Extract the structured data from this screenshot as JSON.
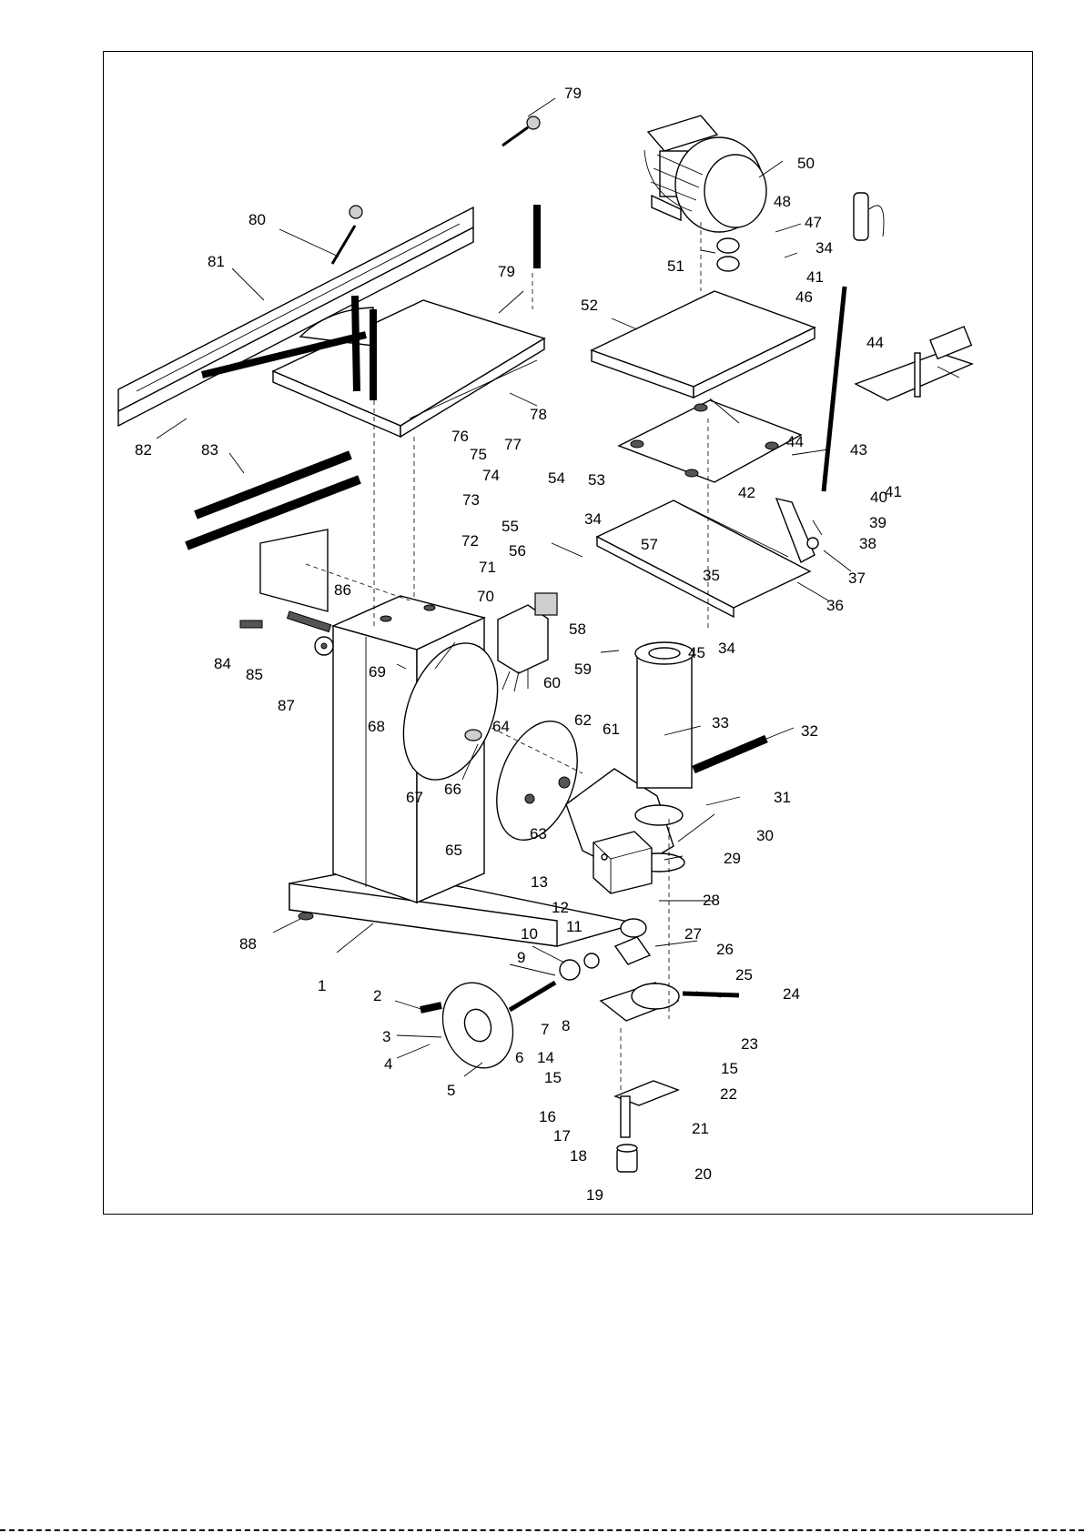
{
  "labels": [
    {
      "t": "1"
    },
    {
      "t": "2"
    },
    {
      "t": "3"
    },
    {
      "t": "4"
    },
    {
      "t": "5"
    },
    {
      "t": "6"
    },
    {
      "t": "7"
    },
    {
      "t": "8"
    },
    {
      "t": "9"
    },
    {
      "t": "10"
    },
    {
      "t": "11"
    },
    {
      "t": "12"
    },
    {
      "t": "13"
    },
    {
      "t": "14"
    },
    {
      "t": "15"
    },
    {
      "t": "15"
    },
    {
      "t": "16"
    },
    {
      "t": "17"
    },
    {
      "t": "18"
    },
    {
      "t": "19"
    },
    {
      "t": "20"
    },
    {
      "t": "21"
    },
    {
      "t": "22"
    },
    {
      "t": "23"
    },
    {
      "t": "24"
    },
    {
      "t": "25"
    },
    {
      "t": "26"
    },
    {
      "t": "27"
    },
    {
      "t": "28"
    },
    {
      "t": "29"
    },
    {
      "t": "30"
    },
    {
      "t": "31"
    },
    {
      "t": "32"
    },
    {
      "t": "33"
    },
    {
      "t": "34"
    },
    {
      "t": "34"
    },
    {
      "t": "34"
    },
    {
      "t": "35"
    },
    {
      "t": "36"
    },
    {
      "t": "37"
    },
    {
      "t": "38"
    },
    {
      "t": "39"
    },
    {
      "t": "40"
    },
    {
      "t": "41"
    },
    {
      "t": "41"
    },
    {
      "t": "42"
    },
    {
      "t": "43"
    },
    {
      "t": "44"
    },
    {
      "t": "44"
    },
    {
      "t": "45"
    },
    {
      "t": "46"
    },
    {
      "t": "47"
    },
    {
      "t": "48"
    },
    {
      "t": "50"
    },
    {
      "t": "51"
    },
    {
      "t": "52"
    },
    {
      "t": "53"
    },
    {
      "t": "54"
    },
    {
      "t": "55"
    },
    {
      "t": "56"
    },
    {
      "t": "57"
    },
    {
      "t": "58"
    },
    {
      "t": "59"
    },
    {
      "t": "60"
    },
    {
      "t": "61"
    },
    {
      "t": "62"
    },
    {
      "t": "63"
    },
    {
      "t": "64"
    },
    {
      "t": "65"
    },
    {
      "t": "66"
    },
    {
      "t": "67"
    },
    {
      "t": "68"
    },
    {
      "t": "69"
    },
    {
      "t": "70"
    },
    {
      "t": "71"
    },
    {
      "t": "72"
    },
    {
      "t": "73"
    },
    {
      "t": "74"
    },
    {
      "t": "75"
    },
    {
      "t": "76"
    },
    {
      "t": "77"
    },
    {
      "t": "78"
    },
    {
      "t": "79"
    },
    {
      "t": "79"
    },
    {
      "t": "80"
    },
    {
      "t": "81"
    },
    {
      "t": "82"
    },
    {
      "t": "83"
    },
    {
      "t": "84"
    },
    {
      "t": "85"
    },
    {
      "t": "86"
    },
    {
      "t": "87"
    },
    {
      "t": "88"
    }
  ]
}
